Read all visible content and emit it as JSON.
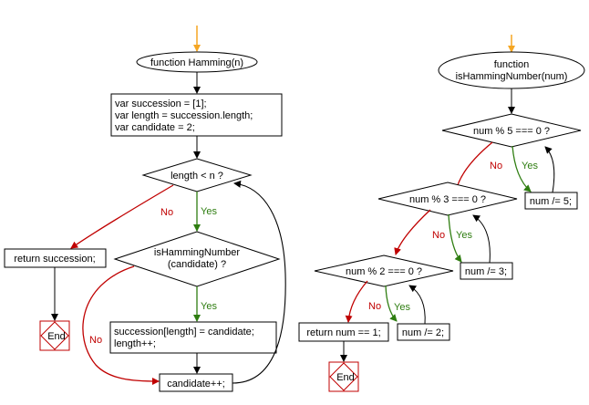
{
  "hamming": {
    "start_label": "function Hamming(n)",
    "init_lines": [
      "var succession = [1];",
      "var length = succession.length;",
      "var candidate = 2;"
    ],
    "loop_condition": "length < n ?",
    "check_lines": [
      "isHammingNumber",
      "(candidate) ?"
    ],
    "return_label": "return succession;",
    "end_label": "End",
    "append_lines": [
      "succession[length] = candidate;",
      "length++;"
    ],
    "increment_label": "candidate++;",
    "yes_label": "Yes",
    "no_label": "No"
  },
  "is_hamming": {
    "start_lines": [
      "function",
      "isHammingNumber(num)"
    ],
    "cond5": "num % 5 === 0 ?",
    "div5": "num /= 5;",
    "cond3": "num % 3 === 0 ?",
    "div3": "num /= 3;",
    "cond2": "num % 2 === 0 ?",
    "div2": "num /= 2;",
    "return_label": "return num == 1;",
    "end_label": "End",
    "yes_label": "Yes",
    "no_label": "No"
  },
  "colors": {
    "entry_arrow": "#f5a623",
    "yes_arrow": "#2e7d10",
    "no_arrow": "#c00000",
    "end_border": "#c00000"
  }
}
